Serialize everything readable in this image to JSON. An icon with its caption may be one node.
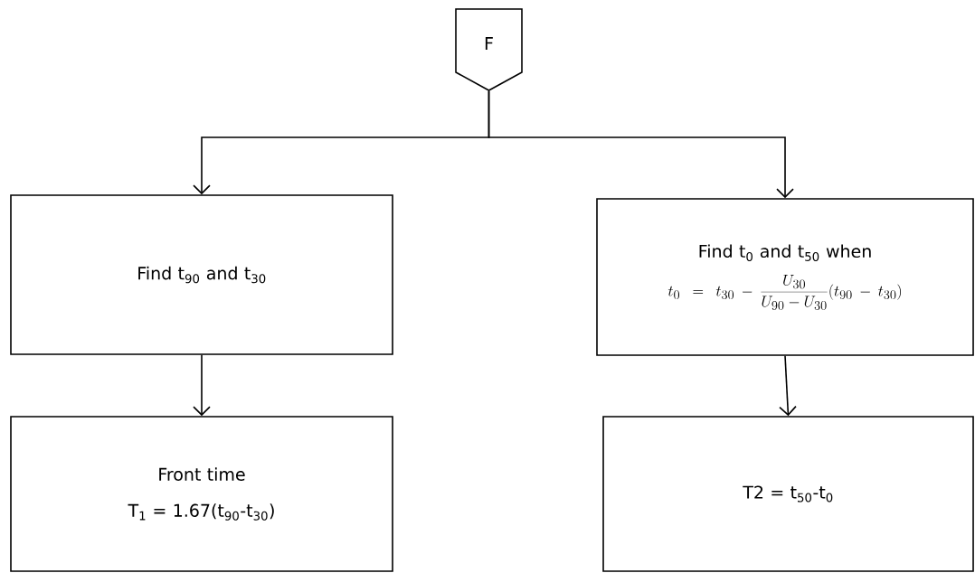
{
  "diagram": {
    "nodes": [
      {
        "text": [
          "F"
        ]
      },
      {
        "text": [
          "Find t$_{90}$ and t$_{30}$"
        ]
      },
      {
        "text": [
          "Find t$_{0}$ and t$_{50}$ when",
          "t_0 = t_{30} - \\frac{U_{30}}{U_{90} - U_{30}}(t_{90} - t_{30})"
        ]
      },
      {
        "text": [
          "Front time",
          "T$_{1}$ = 1.67(t$_{90}$-t$_{30}$)"
        ]
      },
      {
        "text": [
          "T2 = t$_{50}$-t$_{0}$"
        ]
      }
    ],
    "edges": [
      {
        "from": 0,
        "to": 1,
        "arrow": "to"
      },
      {
        "from": 0,
        "to": 2,
        "arrow": "to"
      },
      {
        "from": 1,
        "to": 3,
        "arrow": "to"
      },
      {
        "from": 2,
        "to": 4,
        "arrow": "to"
      }
    ]
  }
}
